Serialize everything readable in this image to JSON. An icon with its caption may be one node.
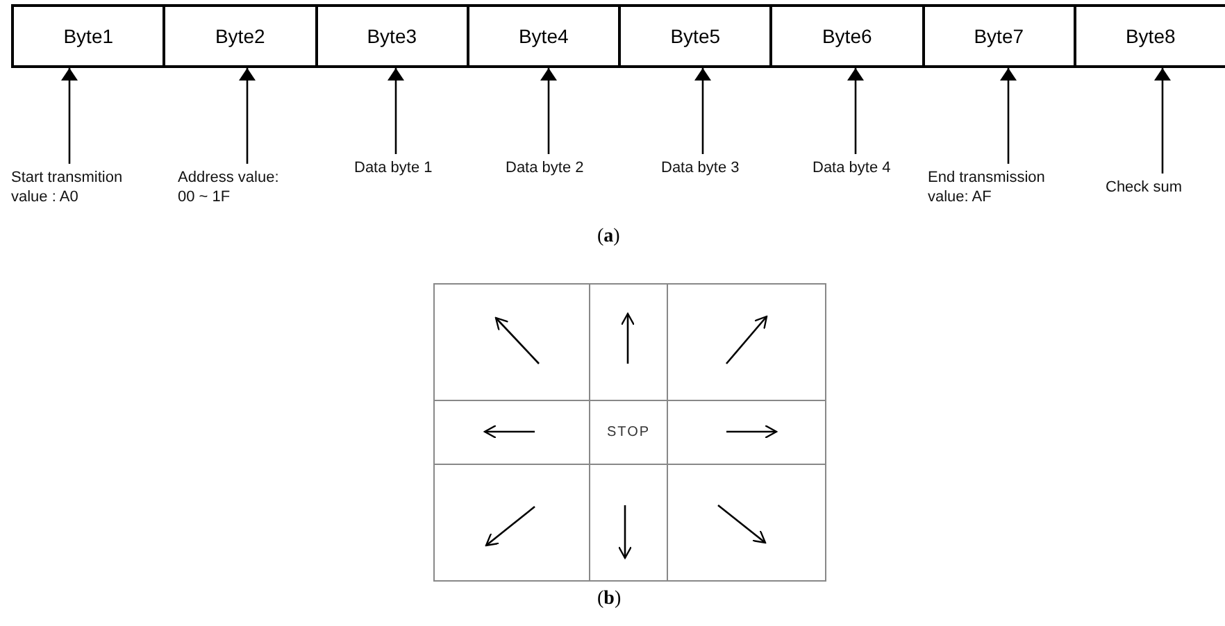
{
  "diagram": {
    "nodes": [
      {
        "text": [
          "Byte1"
        ]
      },
      {
        "text": [
          "Byte2"
        ]
      },
      {
        "text": [
          "Byte3"
        ]
      },
      {
        "text": [
          "Byte4"
        ]
      },
      {
        "text": [
          "Byte5"
        ]
      },
      {
        "text": [
          "Byte6"
        ]
      },
      {
        "text": [
          "Byte7"
        ]
      },
      {
        "text": [
          "Byte8"
        ]
      },
      {
        "text": [
          "Start transmition value : A0"
        ]
      },
      {
        "text": [
          "Address value: 00 ~ 1F"
        ]
      },
      {
        "text": [
          "Data byte 1"
        ]
      },
      {
        "text": [
          "Data byte 2"
        ]
      },
      {
        "text": [
          "Data byte 3"
        ]
      },
      {
        "text": [
          "Data byte 4"
        ]
      },
      {
        "text": [
          "End transmission value: AF"
        ]
      },
      {
        "text": [
          "Check sum"
        ]
      },
      {
        "text": [
          "STOP"
        ]
      }
    ],
    "edges": [
      {
        "from": 8,
        "to": 0,
        "arrow": "to"
      },
      {
        "from": 9,
        "to": 1,
        "arrow": "to"
      },
      {
        "from": 10,
        "to": 2,
        "arrow": "to"
      },
      {
        "from": 11,
        "to": 3,
        "arrow": "to"
      },
      {
        "from": 12,
        "to": 4,
        "arrow": "to"
      },
      {
        "from": 13,
        "to": 5,
        "arrow": "to"
      },
      {
        "from": 14,
        "to": 6,
        "arrow": "to"
      },
      {
        "from": 15,
        "to": 7,
        "arrow": "to"
      }
    ],
    "labels": [
      "(**a**)",
      "(**b**)"
    ]
  }
}
